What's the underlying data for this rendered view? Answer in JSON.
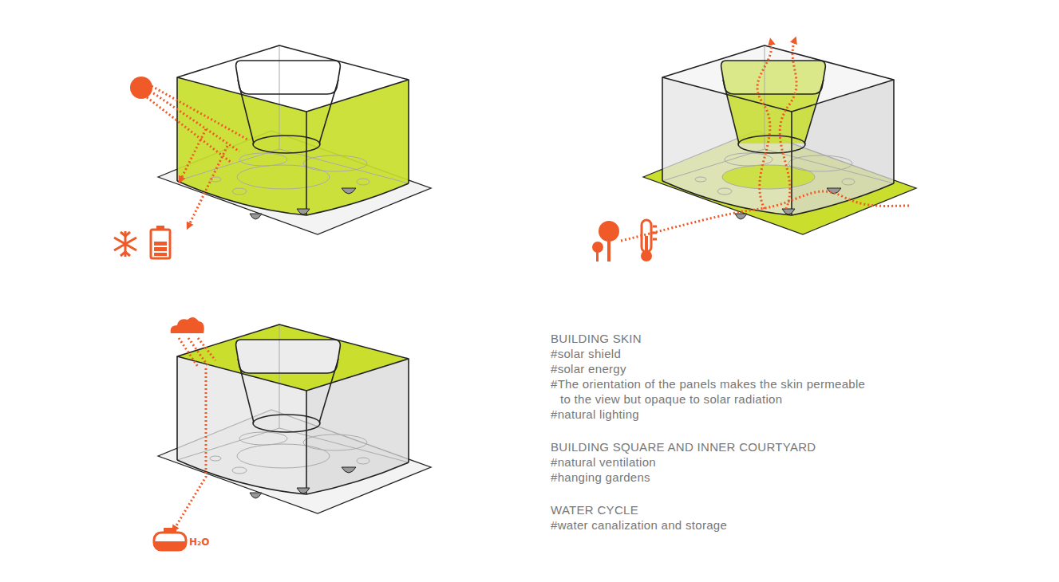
{
  "diagram": {
    "labels": [
      "BUILDING SKIN",
      "#solar shield",
      "#solar energy",
      "#The orientation of the panels makes the skin permeable to the view but opaque to solar radiation",
      "#natural lighting",
      "BUILDING SQUARE AND INNER COURTYARD",
      "#natural ventilation",
      "#hanging gardens",
      "WATER CYCLE",
      "#water canalization and storage",
      "H₂O"
    ]
  }
}
